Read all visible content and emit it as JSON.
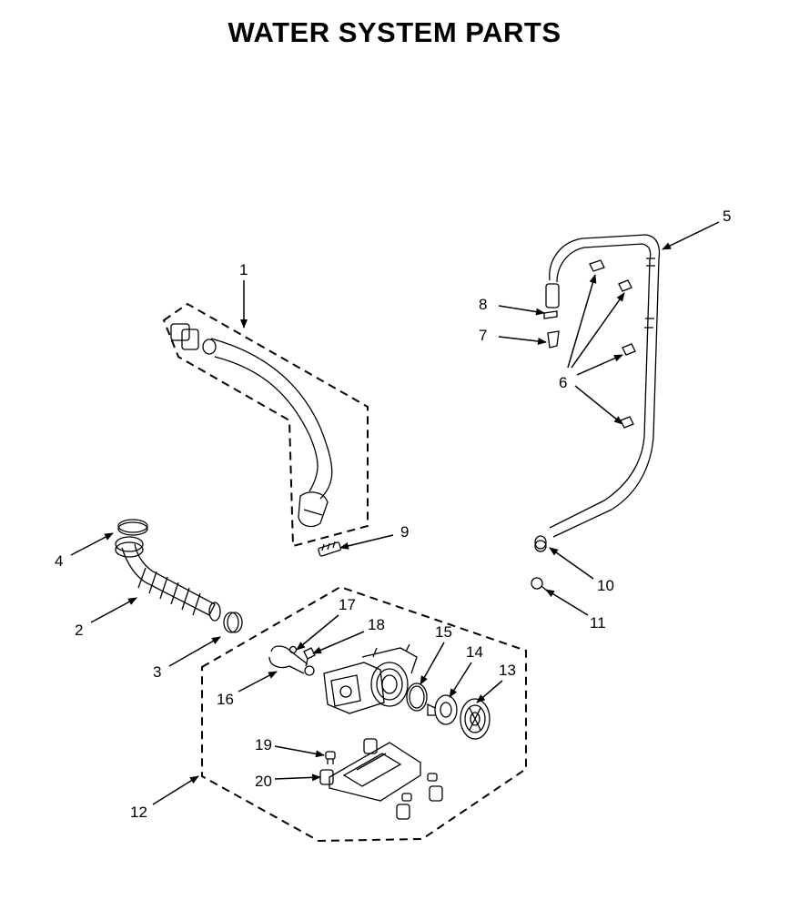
{
  "title": "WATER SYSTEM PARTS",
  "callouts": {
    "c1": "1",
    "c2": "2",
    "c3": "3",
    "c4": "4",
    "c5": "5",
    "c6": "6",
    "c7": "7",
    "c8": "8",
    "c9": "9",
    "c10": "10",
    "c11": "11",
    "c12": "12",
    "c13": "13",
    "c14": "14",
    "c15": "15",
    "c16": "16",
    "c17": "17",
    "c18": "18",
    "c19": "19",
    "c20": "20"
  }
}
